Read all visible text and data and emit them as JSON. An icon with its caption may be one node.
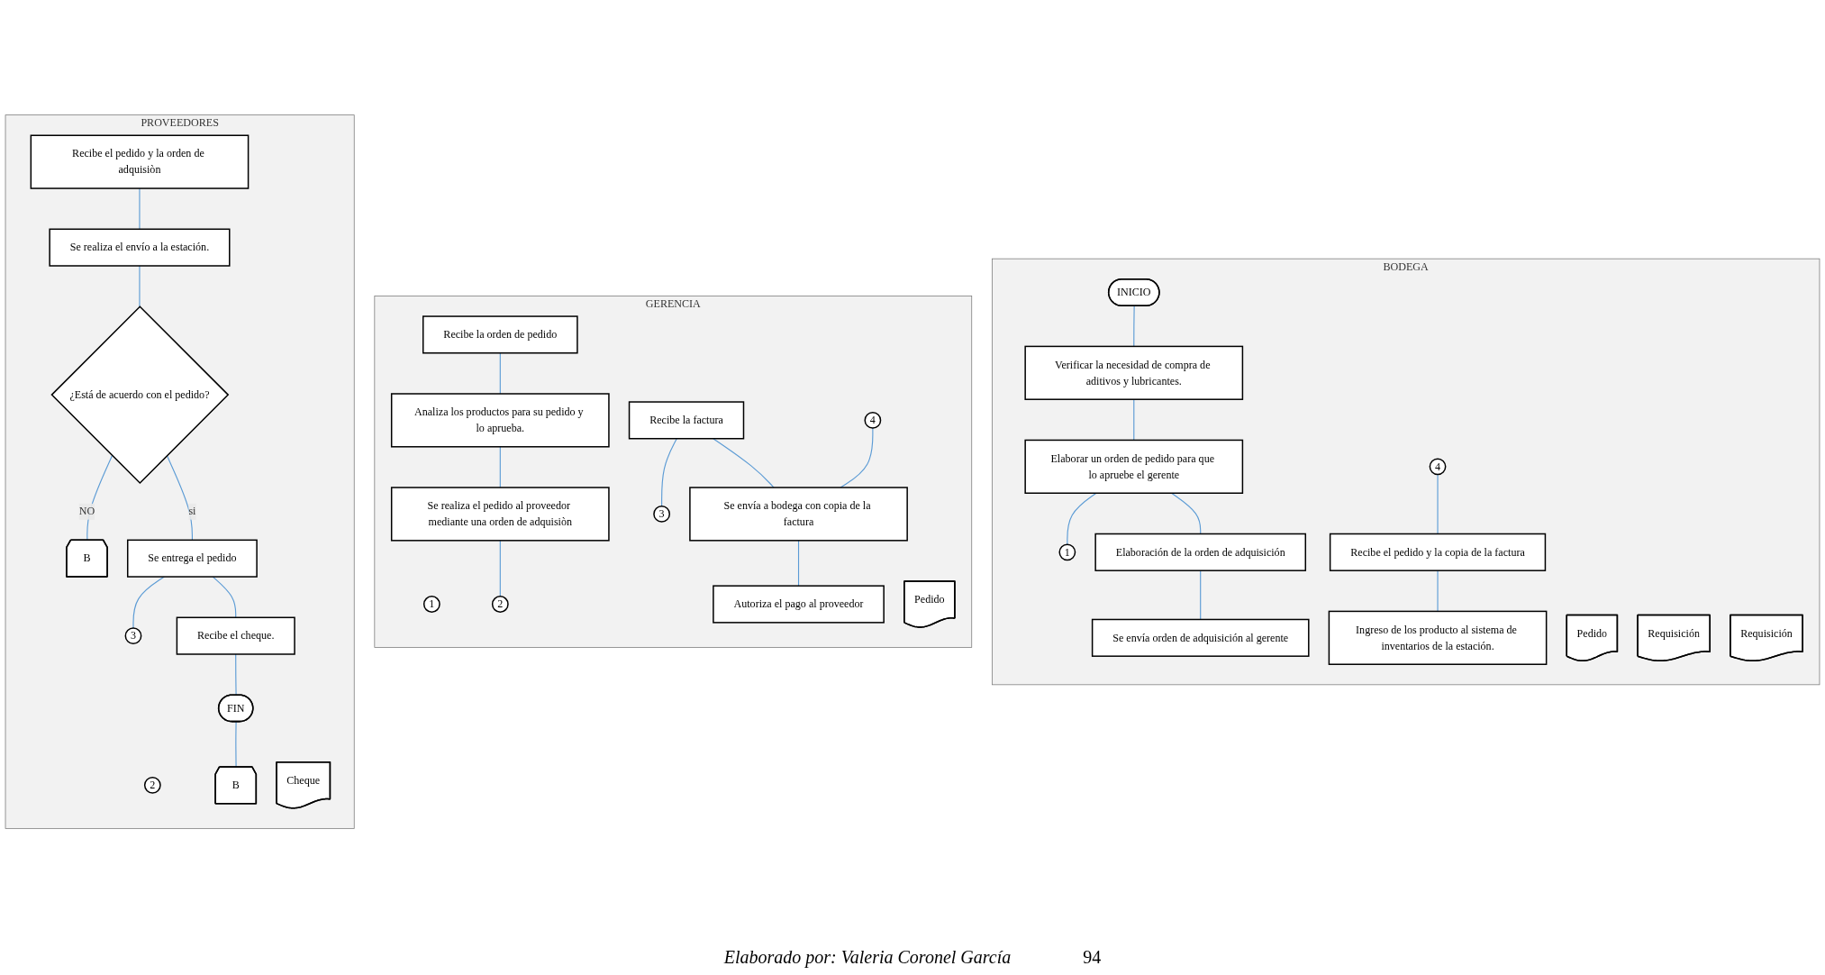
{
  "diagram": {
    "caption": "Elaborado por: Valeria Coronel García",
    "nodes": [
      {
        "text": [
          "BODEGA"
        ]
      },
      {
        "text": [
          "INICIO"
        ],
        "in": 0
      },
      {
        "text": [
          "Verificar la necesidad de compra de aditivos y lubricantes."
        ],
        "in": 0
      },
      {
        "text": [
          "Elaborar un orden de pedido para que lo apruebe el gerente"
        ],
        "in": 0
      },
      {
        "text": [
          "Pedido"
        ],
        "in": 0
      },
      {
        "text": [
          "1"
        ],
        "in": 0
      },
      {
        "text": [
          "Elaboración de la orden de adquisición"
        ],
        "in": 0
      },
      {
        "text": [
          "Requisición"
        ],
        "in": 0
      },
      {
        "text": [
          "Se envía orden de adquisición al gerente"
        ],
        "in": 0
      },
      {
        "text": [
          "Requisición"
        ],
        "in": 0
      },
      {
        "text": [
          "4"
        ],
        "in": 0
      },
      {
        "text": [
          "Recibe el pedido y la copia de la factura"
        ],
        "in": 0
      },
      {
        "text": [
          "Ingreso de los producto al sistema de inventarios de la estación."
        ],
        "in": 0
      },
      {
        "text": [
          "GERENCIA"
        ]
      },
      {
        "text": [
          "1"
        ],
        "in": 13
      },
      {
        "text": [
          "Recibe la orden de pedido"
        ],
        "in": 13
      },
      {
        "text": [
          "Pedido"
        ],
        "in": 13
      },
      {
        "text": [
          "Analiza los productos para su pedido y lo aprueba."
        ],
        "in": 13
      },
      {
        "text": [
          "Se realiza el pedido al proveedor mediante una orden de adquisiòn"
        ],
        "in": 13
      },
      {
        "text": [
          "2"
        ],
        "in": 13
      },
      {
        "text": [
          "Recibe la factura"
        ],
        "in": 13
      },
      {
        "text": [
          "3"
        ],
        "in": 13
      },
      {
        "text": [
          "4"
        ],
        "in": 13
      },
      {
        "text": [
          "Se envía a bodega con copia de la factura"
        ],
        "in": 13
      },
      {
        "text": [
          "Autoriza el pago al proveedor"
        ],
        "in": 13
      },
      {
        "text": [
          "PROVEEDORES"
        ]
      },
      {
        "text": [
          "2"
        ],
        "in": 25
      },
      {
        "text": [
          "Recibe el pedido y la orden de adquisiòn"
        ],
        "in": 25
      },
      {
        "text": [
          "Se realiza el envío a la estación."
        ],
        "in": 25
      },
      {
        "text": [
          "¿Está de acuerdo con el pedido?"
        ],
        "in": 25
      },
      {
        "text": [
          "B"
        ],
        "in": 25
      },
      {
        "text": [
          "Se entrega el pedido"
        ],
        "in": 25
      },
      {
        "text": [
          "3"
        ],
        "in": 25
      },
      {
        "text": [
          "Recibe el cheque."
        ],
        "in": 25
      },
      {
        "text": [
          "Cheque"
        ],
        "in": 25
      },
      {
        "text": [
          "FIN"
        ],
        "in": 25
      },
      {
        "text": [
          "B"
        ],
        "in": 25
      }
    ],
    "edges": [
      {
        "from": 1,
        "to": 2,
        "arrow": "none"
      },
      {
        "from": 2,
        "to": 3,
        "arrow": "none"
      },
      {
        "from": 3,
        "to": 5,
        "arrow": "none"
      },
      {
        "from": 3,
        "to": 6,
        "arrow": "none"
      },
      {
        "from": 6,
        "to": 8,
        "arrow": "none"
      },
      {
        "from": 10,
        "to": 11,
        "arrow": "none"
      },
      {
        "from": 11,
        "to": 12,
        "arrow": "none"
      },
      {
        "from": 15,
        "to": 17,
        "arrow": "none"
      },
      {
        "from": 17,
        "to": 18,
        "arrow": "none"
      },
      {
        "from": 18,
        "to": 19,
        "arrow": "none"
      },
      {
        "from": 20,
        "to": 21,
        "arrow": "none"
      },
      {
        "from": 20,
        "to": 23,
        "arrow": "none"
      },
      {
        "from": 22,
        "to": 23,
        "arrow": "none"
      },
      {
        "from": 23,
        "to": 24,
        "arrow": "none"
      },
      {
        "from": 27,
        "to": 28,
        "arrow": "none"
      },
      {
        "from": 28,
        "to": 29,
        "arrow": "none"
      },
      {
        "from": 29,
        "to": 30,
        "arrow": "none",
        "label": "NO"
      },
      {
        "from": 29,
        "to": 31,
        "arrow": "none",
        "label": "si"
      },
      {
        "from": 31,
        "to": 32,
        "arrow": "none"
      },
      {
        "from": 31,
        "to": 33,
        "arrow": "none"
      },
      {
        "from": 33,
        "to": 35,
        "arrow": "none"
      },
      {
        "from": 35,
        "to": 36,
        "arrow": "none"
      }
    ],
    "labels": [
      "94"
    ]
  }
}
